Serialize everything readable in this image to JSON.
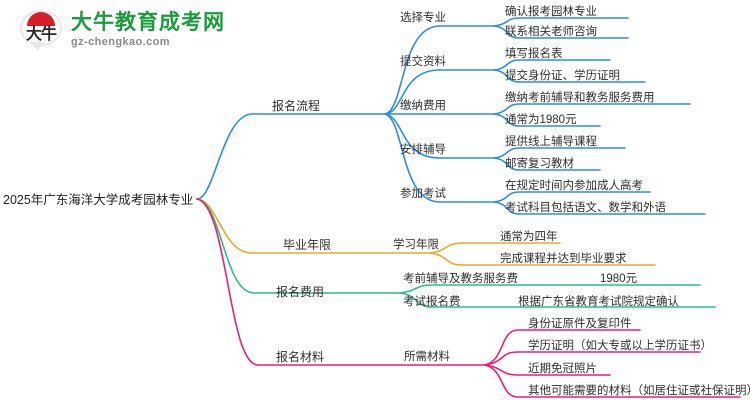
{
  "logo": {
    "mark_text": "大牛",
    "title": "大牛教育成考网",
    "url": "gz-chengkao.com",
    "brand_green": "#1a9c3c",
    "brand_red": "#d71f27",
    "url_gray": "#8a8a8a"
  },
  "mindmap": {
    "root": "2025年广东海洋大学成考园林专业",
    "branches": [
      {
        "label": "报名流程",
        "color": "#2a8cf0",
        "children": [
          {
            "label": "选择专业",
            "leaves": [
              "确认报考园林专业",
              "联系相关老师咨询"
            ]
          },
          {
            "label": "提交资料",
            "leaves": [
              "填写报名表",
              "提交身份证、学历证明"
            ]
          },
          {
            "label": "缴纳费用",
            "leaves": [
              "缴纳考前辅导和教务服务费用",
              "通常为1980元"
            ]
          },
          {
            "label": "安排辅导",
            "leaves": [
              "提供线上辅导课程",
              "邮寄复习教材"
            ]
          },
          {
            "label": "参加考试",
            "leaves": [
              "在规定时间内参加成人高考",
              "考试科目包括语文、数学和外语"
            ]
          }
        ]
      },
      {
        "label": "毕业年限",
        "color": "#f0a62a",
        "children": [
          {
            "label": "学习年限",
            "leaves": [
              "通常为四年",
              "完成课程并达到毕业要求"
            ]
          }
        ]
      },
      {
        "label": "报名费用",
        "color": "#2bbf7e",
        "children": [
          {
            "label": "考前辅导及教务服务费",
            "leaves": [
              "1980元"
            ]
          },
          {
            "label": "考试报名费",
            "leaves": [
              "根据广东省教育考试院规定确认"
            ]
          }
        ]
      },
      {
        "label": "报名材料",
        "color": "#ef1d7a",
        "children": [
          {
            "label": "所需材料",
            "leaves": [
              "身份证原件及复印件",
              "学历证明（如大专或以上学历证书）",
              "近期免冠照片",
              "其他可能需要的材料（如居住证或社保证明）"
            ]
          }
        ]
      }
    ]
  }
}
